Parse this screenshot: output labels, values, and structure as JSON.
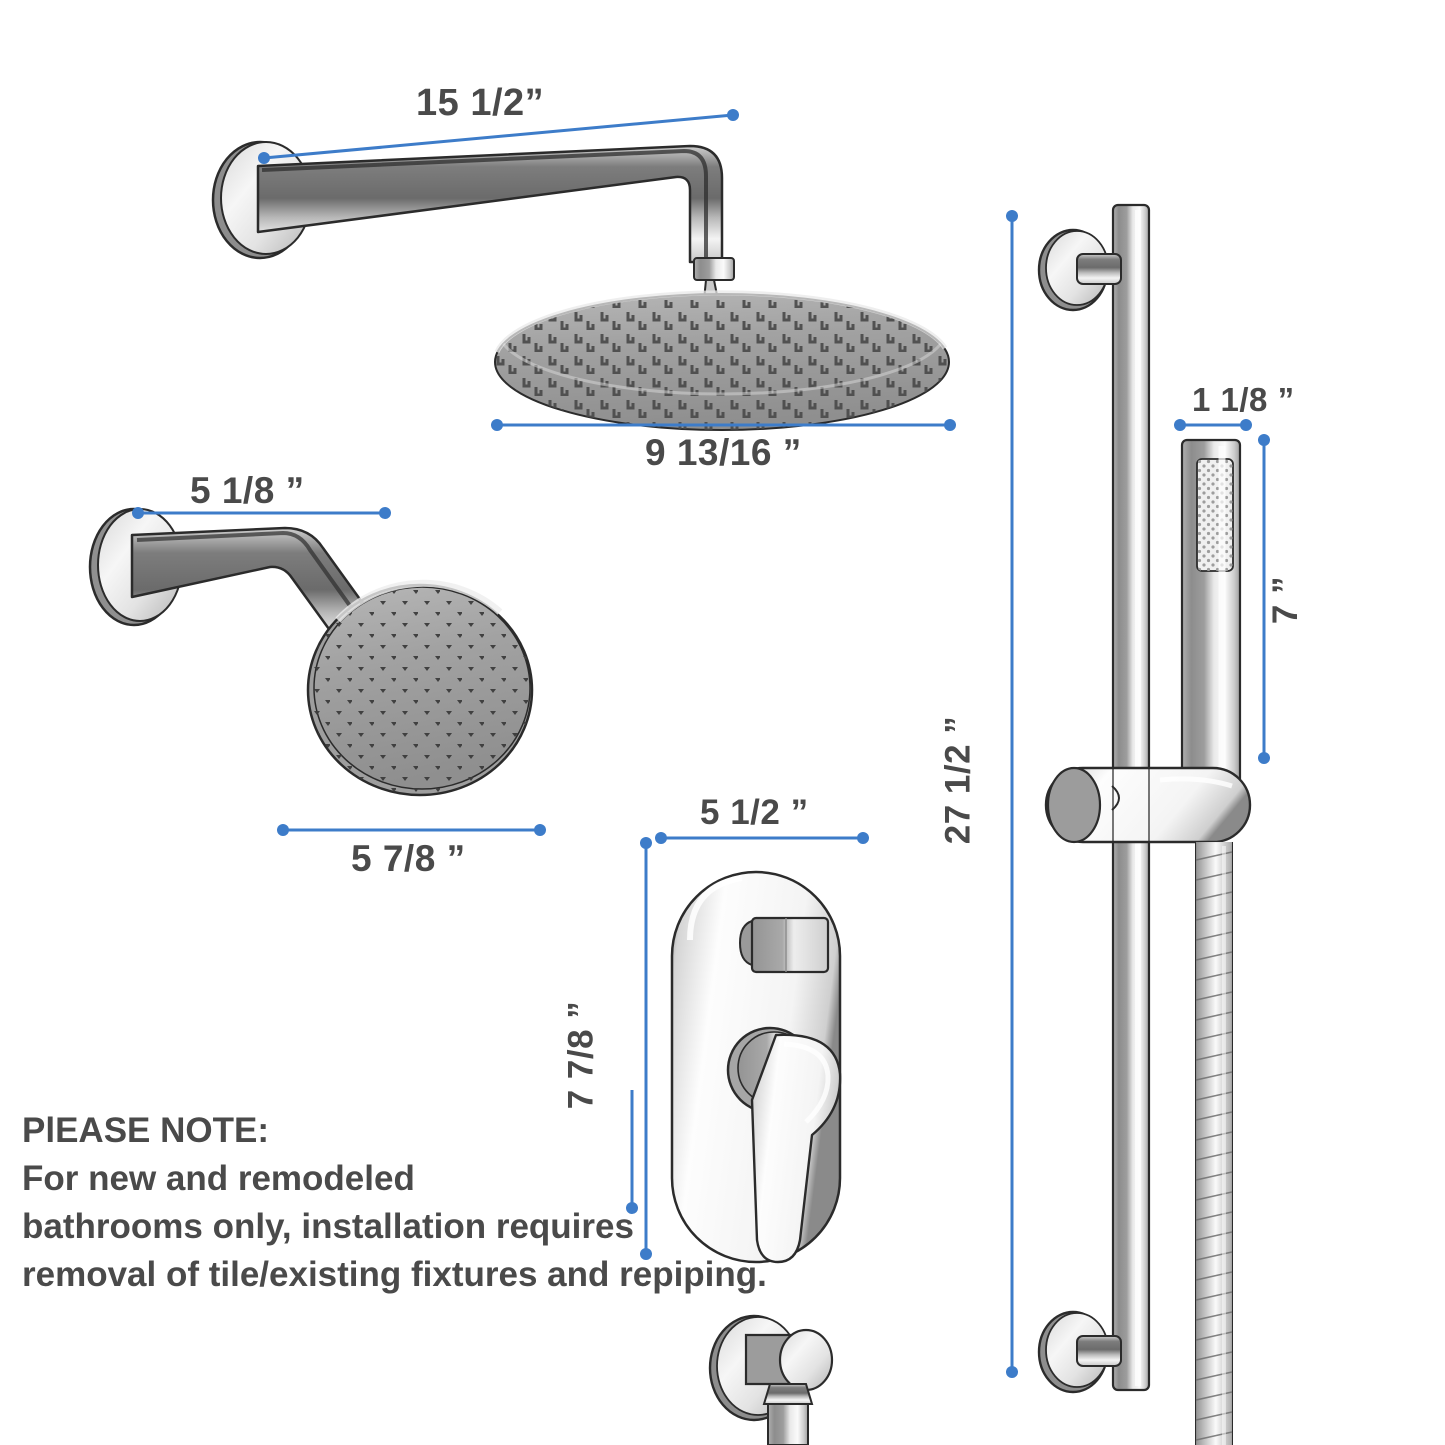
{
  "colors": {
    "dimension_line": "#3d7cc9",
    "label_text": "#4a4a4a",
    "background": "#ffffff",
    "chrome_light": "#f2f2f2",
    "chrome_mid": "#9a9a9a",
    "chrome_dark": "#6e6e6e",
    "outline": "#2b2b2b"
  },
  "dimensions": {
    "rain_arm_length": "15  1/2”",
    "rain_head_diameter": "9  13/16 ”",
    "small_arm_length": "5  1/8 ”",
    "small_head_diameter": "5 7/8 ”",
    "valve_width": "5 1/2 ”",
    "valve_height": "7 7/8 ”",
    "slide_bar_length": "27 1/2 ”",
    "wand_diameter": "1 1/8 ”",
    "wand_length": "7 ”"
  },
  "note": {
    "heading": "PlEASE NOTE:",
    "line1": "For new and remodeled",
    "line2": "bathrooms only, installation requires",
    "line3": "removal of tile/existing fixtures and repiping."
  },
  "parts": {
    "rain_shower_arm": "rain-shower-arm",
    "rain_shower_head": "rain-shower-head",
    "small_shower_arm": "small-shower-arm",
    "small_shower_head": "small-shower-head",
    "valve_trim_plate": "valve-trim-plate",
    "diverter_knob": "diverter-knob",
    "mixer_lever": "mixer-lever",
    "slide_bar": "slide-bar",
    "slide_bar_bracket_top": "slide-bar-bracket-top",
    "slide_bar_bracket_bottom": "slide-bar-bracket-bottom",
    "hand_shower_wand": "hand-shower-wand",
    "sliding_holder": "sliding-holder",
    "shower_hose": "shower-hose",
    "water_supply_elbow": "water-supply-elbow"
  }
}
